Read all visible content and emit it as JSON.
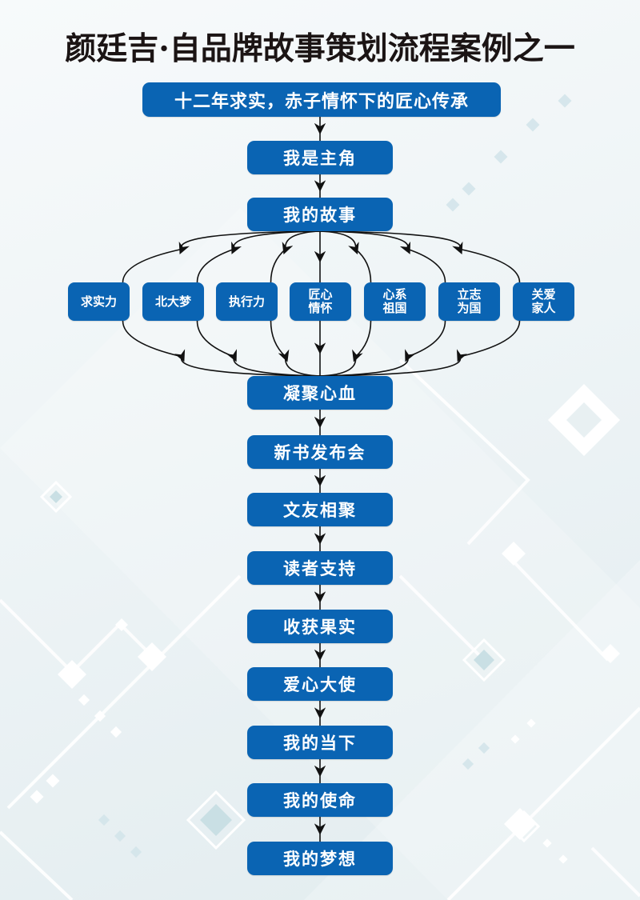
{
  "title": "颜廷吉·自品牌故事策划流程案例之一",
  "colors": {
    "node_fill": "#0a64b3",
    "node_text": "#ffffff",
    "connector": "#111111",
    "title_text": "#1b1414"
  },
  "top_node": {
    "label": "十二年求实，赤子情怀下的匠心传承"
  },
  "upper_nodes": [
    {
      "label": "我是主角"
    },
    {
      "label": "我的故事"
    }
  ],
  "branch_nodes": [
    {
      "label": "求实力"
    },
    {
      "label": "北大梦"
    },
    {
      "label": "执行力"
    },
    {
      "label": "匠心\n情怀"
    },
    {
      "label": "心系\n祖国"
    },
    {
      "label": "立志\n为国"
    },
    {
      "label": "关爱\n家人"
    }
  ],
  "lower_nodes": [
    {
      "label": "凝聚心血"
    },
    {
      "label": "新书发布会"
    },
    {
      "label": "文友相聚"
    },
    {
      "label": "读者支持"
    },
    {
      "label": "收获果实"
    },
    {
      "label": "爱心大使"
    },
    {
      "label": "我的当下"
    },
    {
      "label": "我的使命"
    },
    {
      "label": "我的梦想"
    }
  ]
}
